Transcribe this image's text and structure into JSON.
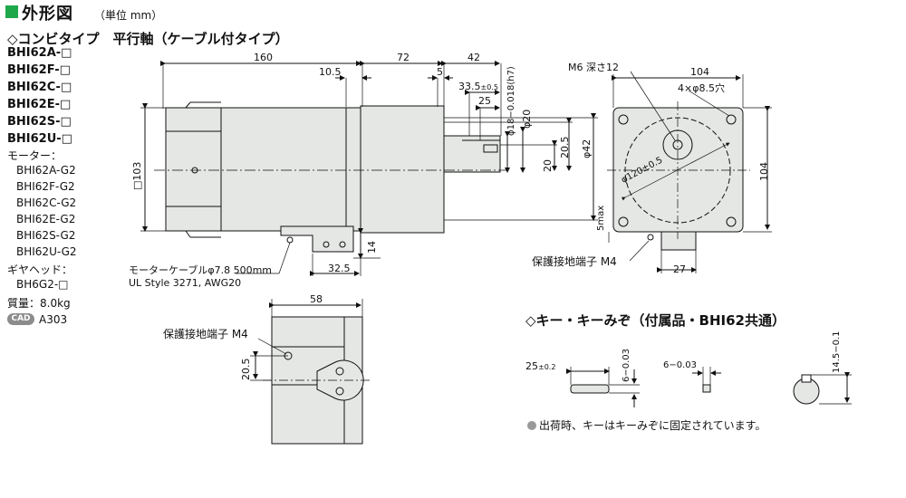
{
  "header": {
    "title": "外形図",
    "unit": "（単位 mm）",
    "subtitle": "◇コンビタイプ　平行軸（ケーブル付タイプ）"
  },
  "models": [
    "BHI62A-□",
    "BHI62F-□",
    "BHI62C-□",
    "BHI62E-□",
    "BHI62S-□",
    "BHI62U-□"
  ],
  "motor": {
    "label": "モーター：",
    "items": [
      "BHI62A-G2",
      "BHI62F-G2",
      "BHI62C-G2",
      "BHI62E-G2",
      "BHI62S-G2",
      "BHI62U-G2"
    ]
  },
  "gearhead": {
    "label": "ギヤヘッド：",
    "item": "BH6G2-□"
  },
  "mass": "質量：8.0kg",
  "cad": {
    "badge": "CAD",
    "code": "A303"
  },
  "dims": {
    "d160": "160",
    "d72": "72",
    "d42": "42",
    "d10_5": "10.5",
    "d5": "5",
    "d33_5": "33.5",
    "tol_0_5": "±0.5",
    "d25": "25",
    "phi18": "φ18−0.018(h7)",
    "phi20": "φ20",
    "phi42": "φ42",
    "d20_5": "20.5",
    "d20": "20",
    "box103": "□103",
    "d14": "14",
    "d32_5": "32.5",
    "cable": "モーターケーブルφ7.8  500mm",
    "cable_spec": "UL Style 3271, AWG20",
    "m6": "M6 深さ12",
    "d104": "104",
    "holes": "4×φ8.5穴",
    "d104v": "104",
    "phi120": "φ120±0.5",
    "max5": "5max",
    "ground": "保護接地端子 M4",
    "d27": "27",
    "d58": "58",
    "ground2": "保護接地端子 M4",
    "d20_5b": "20.5"
  },
  "key": {
    "heading": "◇キー・キーみぞ（付属品・BHI62共通）",
    "len": "25",
    "len_tol": "±0.2",
    "w": "6−0.03",
    "w2": "6−0.03",
    "depth": "14.5−0.1",
    "note": "出荷時、キーはキーみぞに固定されています。"
  }
}
